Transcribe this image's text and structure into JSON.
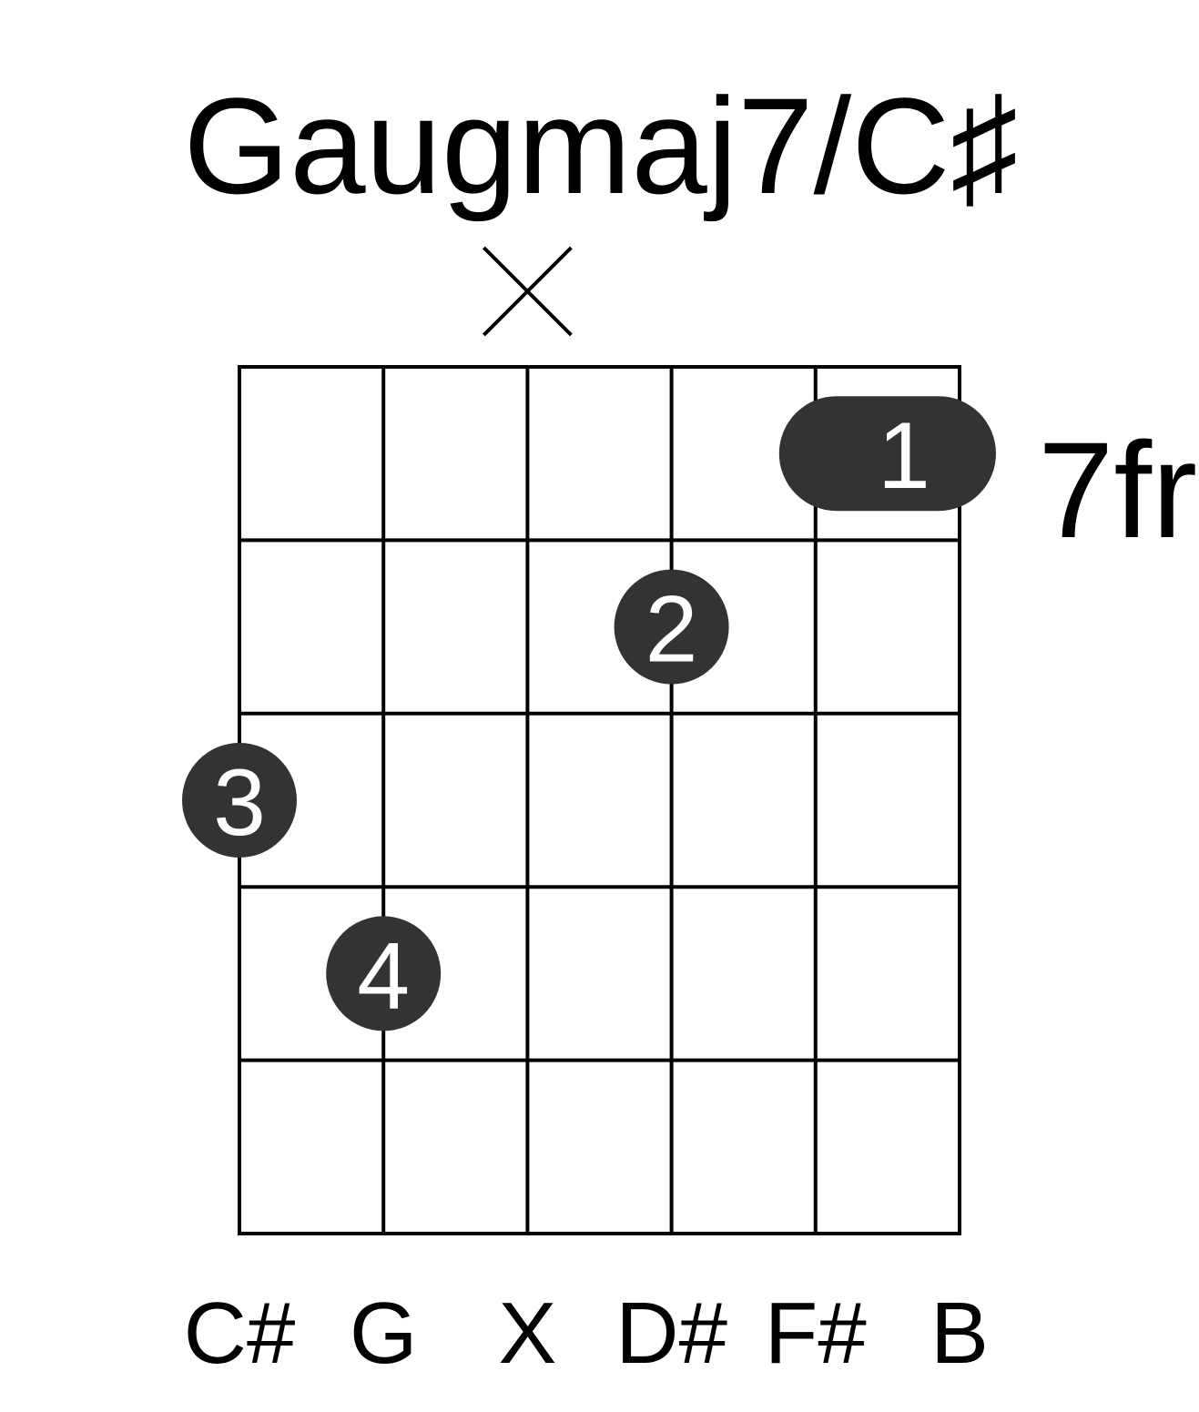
{
  "chord": {
    "name": "Gaugmaj7/C♯",
    "fret_label": "7fr"
  },
  "strings": [
    {
      "note": "C#",
      "muted": false
    },
    {
      "note": "G",
      "muted": false
    },
    {
      "note": "X",
      "muted": true
    },
    {
      "note": "D#",
      "muted": false
    },
    {
      "note": "F#",
      "muted": false
    },
    {
      "note": "B",
      "muted": false
    }
  ],
  "fingers": [
    {
      "finger": "1",
      "string_from": 5,
      "string_to": 6,
      "fret": 1,
      "barre": true
    },
    {
      "finger": "2",
      "string_from": 4,
      "string_to": 4,
      "fret": 2,
      "barre": false
    },
    {
      "finger": "3",
      "string_from": 1,
      "string_to": 1,
      "fret": 3,
      "barre": false
    },
    {
      "finger": "4",
      "string_from": 2,
      "string_to": 2,
      "fret": 4,
      "barre": false
    }
  ],
  "frets_shown": 5,
  "colors": {
    "line": "#000000",
    "dot": "#333333",
    "dot_text": "#ffffff",
    "background": "#ffffff"
  }
}
